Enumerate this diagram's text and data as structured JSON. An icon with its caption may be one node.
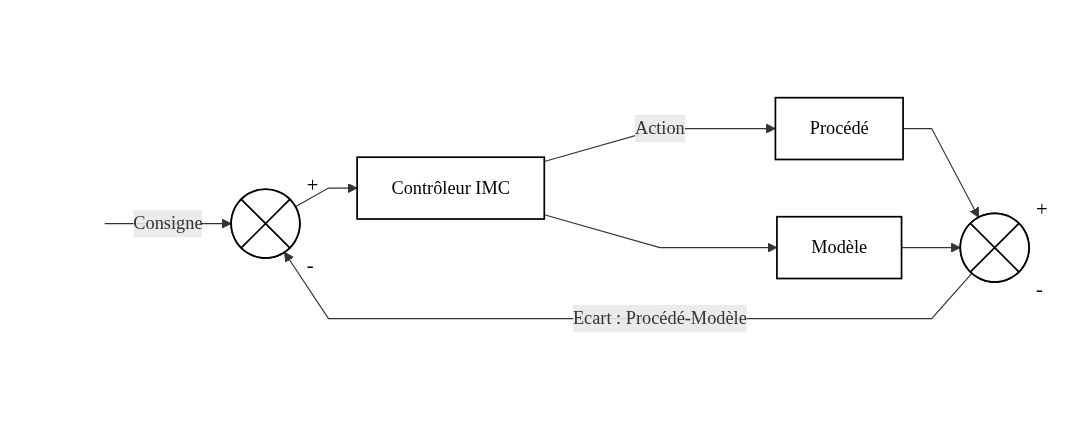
{
  "diagram": {
    "nodes": [
      {
        "text": [],
        "shape": "circle",
        "beside": [
          "+",
          "-"
        ]
      },
      {
        "text": [
          "Contrôleur IMC"
        ]
      },
      {
        "text": [
          "Procédé"
        ]
      },
      {
        "text": [
          "Modèle"
        ]
      },
      {
        "text": [],
        "shape": "circle",
        "beside": [
          "+",
          "-"
        ]
      }
    ],
    "edges": [
      {
        "from": null,
        "to": 0,
        "arrow": "to",
        "label": "Consigne"
      },
      {
        "from": 0,
        "to": 1,
        "arrow": "to"
      },
      {
        "from": 1,
        "to": 2,
        "arrow": "to",
        "label": "Action"
      },
      {
        "from": 1,
        "to": 3,
        "arrow": "to"
      },
      {
        "from": 2,
        "to": 4,
        "arrow": "to"
      },
      {
        "from": 3,
        "to": 4,
        "arrow": "to"
      },
      {
        "from": 4,
        "to": 0,
        "arrow": "to",
        "label": "Ecart : Procédé-Modèle"
      }
    ]
  }
}
